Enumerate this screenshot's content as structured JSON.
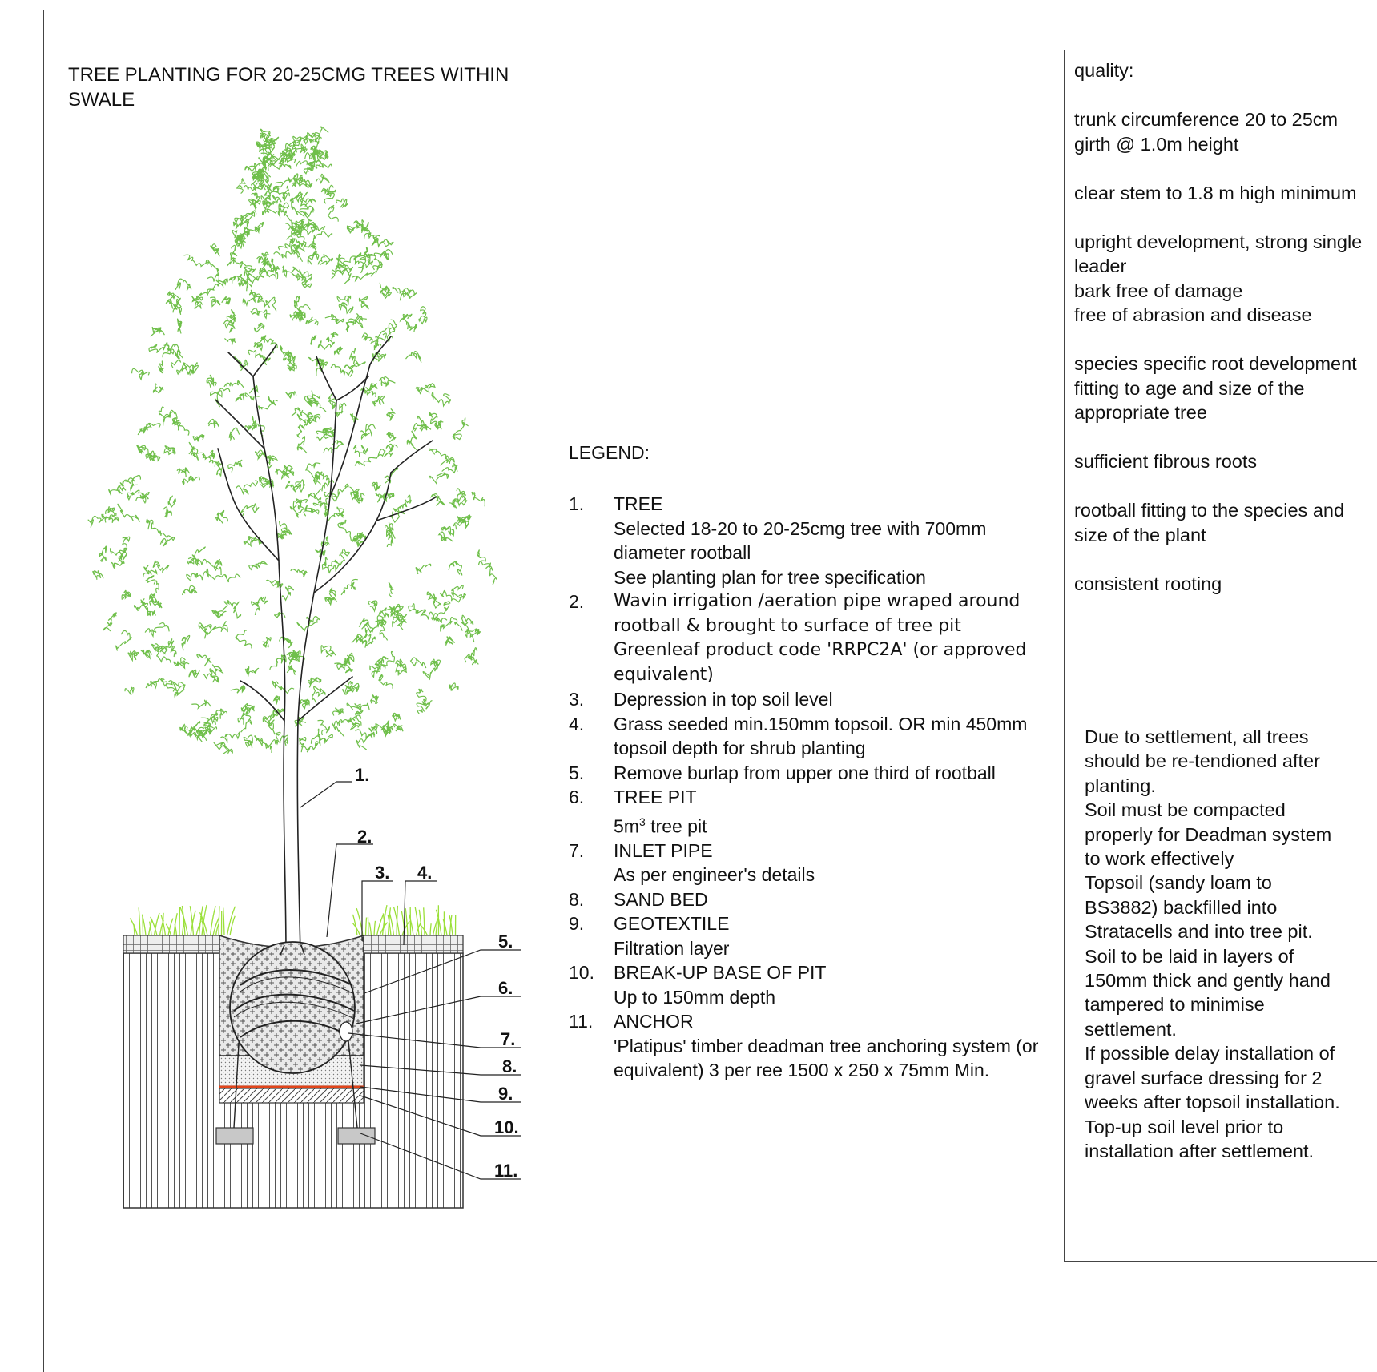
{
  "title": "TREE PLANTING FOR 20-25CMG TREES WITHIN SWALE",
  "callout_numbers": [
    "1.",
    "2.",
    "3.",
    "4.",
    "5.",
    "6.",
    "7.",
    "8.",
    "9.",
    "10.",
    "11."
  ],
  "legend": {
    "heading": "LEGEND:",
    "items": [
      {
        "num": "1.",
        "lines": [
          "TREE",
          "Selected 18-20 to 20-25cmg tree with 700mm diameter rootball",
          "See planting plan for tree specification"
        ]
      },
      {
        "num": "2.",
        "lines": [
          "Wavin irrigation /aeration pipe wraped around rootball & brought to surface of tree pit Greenleaf product code 'RRPC2A' (or approved equivalent)"
        ]
      },
      {
        "num": "3.",
        "lines": [
          "Depression in top soil level"
        ]
      },
      {
        "num": "4.",
        "lines": [
          "Grass seeded min.150mm topsoil. OR min 450mm topsoil depth for shrub planting"
        ]
      },
      {
        "num": "5.",
        "lines": [
          "Remove burlap from upper one third of rootball"
        ]
      },
      {
        "num": "6.",
        "lines": [
          "TREE PIT"
        ]
      },
      {
        "num": "7.",
        "lines": [
          "INLET PIPE",
          "As per engineer's details"
        ]
      },
      {
        "num": "8.",
        "lines": [
          "SAND BED"
        ]
      },
      {
        "num": "9.",
        "lines": [
          "GEOTEXTILE",
          "Filtration layer"
        ]
      },
      {
        "num": "10.",
        "lines": [
          "BREAK-UP BASE OF PIT",
          "Up to 150mm depth"
        ]
      },
      {
        "num": "11.",
        "lines": [
          "ANCHOR",
          "'Platipus' timber deadman tree anchoring system (or equivalent) 3 per ree 1500 x 250 x 75mm Min."
        ]
      }
    ],
    "tree_pit_volume": {
      "prefix": "5m",
      "sup": "3",
      "suffix": " tree pit"
    }
  },
  "quality": {
    "heading": "quality:",
    "items": [
      [
        "trunk circumference 20 to 25cm",
        "girth @ 1.0m height"
      ],
      [
        "clear stem to 1.8 m high minimum"
      ],
      [
        "upright development, strong single",
        "leader",
        "bark free of damage",
        "free of abrasion and disease"
      ],
      [
        "species specific root development",
        "fitting to age and size of the",
        "appropriate tree"
      ],
      [
        "sufficient fibrous roots"
      ],
      [
        "rootball fitting to the species and",
        "size of the plant"
      ],
      [
        "consistent rooting"
      ]
    ],
    "notes": [
      "Due to settlement, all trees",
      "should be re-tendioned after",
      "planting.",
      "Soil must be compacted",
      "properly for Deadman system",
      "to work effectively",
      "Topsoil (sandy loam to",
      "BS3882) backfilled into",
      "Stratacells and into tree pit.",
      "Soil to be laid in layers of",
      "150mm thick and gently hand",
      "tampered to minimise",
      "settlement.",
      "If possible delay installation of",
      "gravel surface dressing for 2",
      "weeks after topsoil installation.",
      "Top-up soil level prior to",
      "installation after settlement."
    ]
  },
  "colors": {
    "foliage": "#6fbf4a",
    "grass": "#9be03a",
    "geotextile": "#e0441a",
    "anchor": "#c8c8c8",
    "line": "#222222"
  }
}
